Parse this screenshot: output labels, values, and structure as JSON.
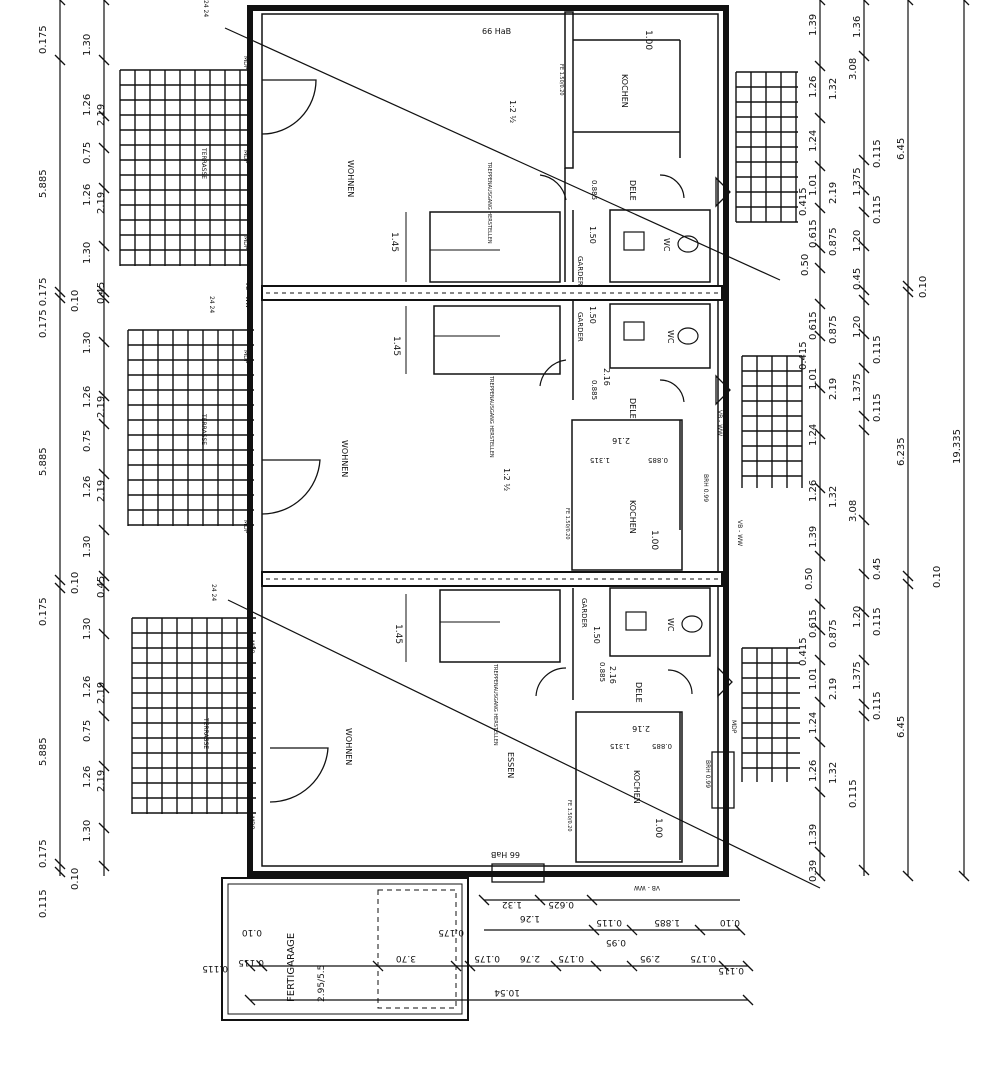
{
  "rooms": {
    "unit1": {
      "living": "WOHNEN",
      "kitchen": "KOCHEN",
      "hall": "DELE",
      "wc": "WC",
      "wardrobe": "GARDER",
      "terrace": "TERRASSE",
      "slope": "1:2 ½"
    },
    "unit2": {
      "living": "WOHNEN",
      "kitchen": "KOCHEN",
      "hall": "DELE",
      "wc": "WC",
      "wardrobe": "GARDER",
      "terrace": "TERRASSE",
      "slope": "1:2 ½"
    },
    "unit3": {
      "living": "WOHNEN",
      "dining": "ESSEN",
      "kitchen": "KOCHEN",
      "hall": "DELE",
      "wc": "WC",
      "wardrobe": "GARDER",
      "terrace": "TERRASSE"
    },
    "garage": {
      "label": "FERTIGARAGE",
      "size": "2.95/5.5"
    },
    "stair_label": "TREPPENAUSGANG HERSTELLEN"
  },
  "window_labels": {
    "mdp": "MDP",
    "vb_ww": "VB - WW",
    "vb": "VB",
    "brh": "BRH 0.99",
    "fe": "FE 1.50/0.20",
    "window": "FE 1.50/2.00 FE",
    "brh_top": "66 HaB",
    "brh_bottom": "66 HaB"
  },
  "dims_left": {
    "outer": [
      "0.175",
      "5.885",
      "0.175 0.175",
      "5.885",
      "0.175",
      "5.885",
      "0.175",
      "0.115"
    ],
    "inner_top": [
      "1.30",
      "1.26",
      "0.75",
      "1.26",
      "1.30",
      "0.10",
      "1.30",
      "1.26",
      "0.75",
      "1.26",
      "1.30",
      "0.10",
      "1.30",
      "1.26",
      "0.75",
      "1.26",
      "1.30",
      "0.10"
    ],
    "inner_sub": [
      "2.19",
      "2.19",
      "0.45",
      "2.19",
      "2.19",
      "0.45",
      "2.19",
      "2.19"
    ]
  },
  "dims_right": {
    "col1": [
      "1.39",
      "1.26",
      "1.24",
      "1.01",
      "0.615",
      "0.50",
      "0.615",
      "1.01",
      "1.24",
      "1.26",
      "1.39",
      "0.50",
      "0.615",
      "1.01",
      "1.24",
      "1.26",
      "1.39",
      "0.39"
    ],
    "col2": [
      "1.32",
      "2.19",
      "0.875",
      "0.875",
      "2.19",
      "1.32",
      "0.875",
      "2.19",
      "1.32"
    ],
    "col3": [
      "1.36",
      "0.115",
      "1.375",
      "1.20",
      "0.45",
      "1.20",
      "1.375",
      "0.115",
      "0.45",
      "1.20",
      "1.375",
      "0.115"
    ],
    "col4": [
      "3.08",
      "0.115",
      "0.115",
      "3.08",
      "0.115",
      "0.115"
    ],
    "col5": [
      "6.45",
      "0.10",
      "6.235",
      "0.10",
      "6.45"
    ],
    "total": "19.335",
    "stair": [
      "0.415",
      "0.415",
      "0.415"
    ]
  },
  "dims_bottom": {
    "row1": [
      "1.32",
      "0.625",
      "1.26"
    ],
    "row2": [
      "0.115",
      "1.885",
      "0.10"
    ],
    "row3": [
      "0.175",
      "3.70",
      "0.175",
      "2.76",
      "0.175",
      "0.95",
      "2.95",
      "0.175",
      "0.115"
    ],
    "total": "10.54",
    "garage_side": [
      "0.10",
      "0.115",
      "0.115"
    ]
  },
  "room_dims": {
    "h145": "1.45",
    "w150": "1.50",
    "w100": "1.00",
    "w216": "2.16",
    "w0885": "0.885",
    "w1315": "1.315",
    "w0885b": "0.885"
  },
  "steps": "24 24"
}
